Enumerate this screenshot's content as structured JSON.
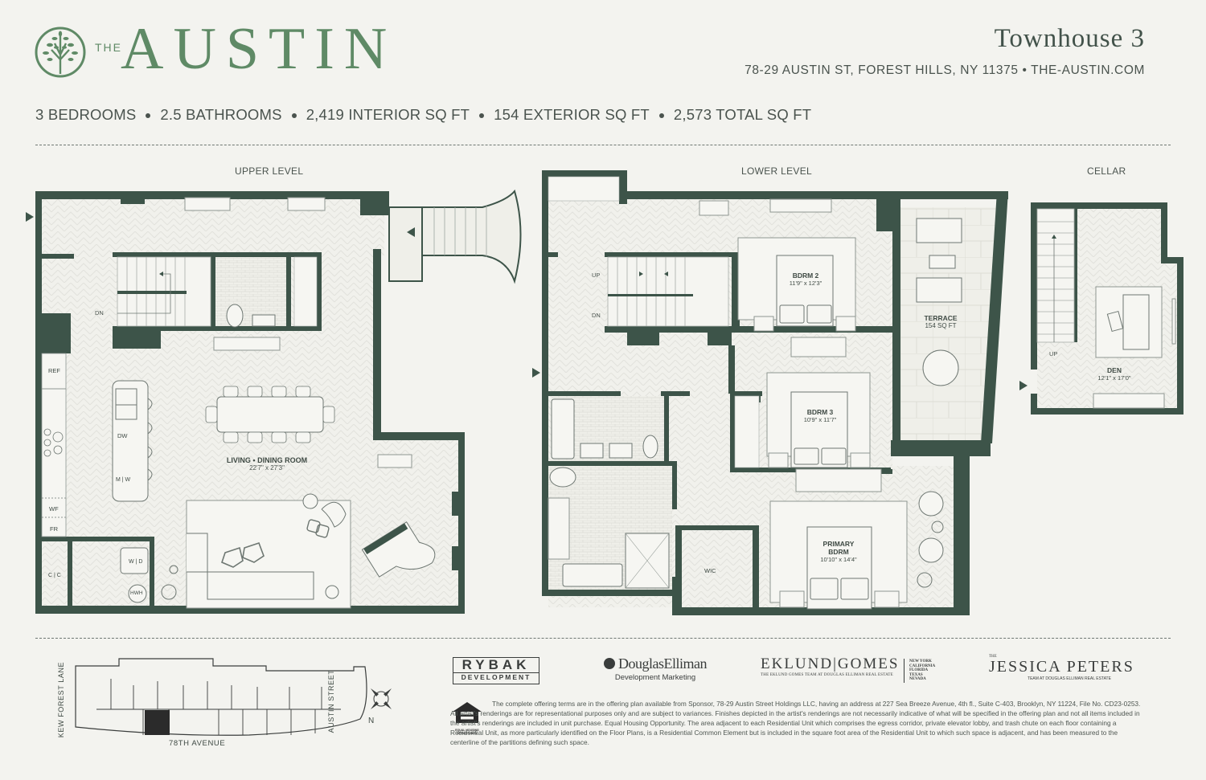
{
  "brand": {
    "prefix": "THE",
    "name": "AUSTIN",
    "emblem": "tree-emblem-icon"
  },
  "header": {
    "title": "Townhouse 3",
    "address": "78-29 AUSTIN ST, FOREST HILLS, NY 11375",
    "website": "THE-AUSTIN.COM"
  },
  "specs": [
    "3 BEDROOMS",
    "2.5 BATHROOMS",
    "2,419 INTERIOR SQ FT",
    "154 EXTERIOR SQ FT",
    "2,573 TOTAL SQ FT"
  ],
  "levels": {
    "upper": {
      "label": "UPPER LEVEL",
      "rooms": [
        {
          "name": "LIVING • DINING ROOM",
          "dims": "22'7\" x 27'3\""
        }
      ],
      "labels": {
        "stairs": "DN",
        "ref": "REF",
        "dw": "DW",
        "mw": "M | W",
        "wf": "WF",
        "fr": "FR",
        "cc": "C | C",
        "wd": "W | D",
        "hwh": "HWH"
      }
    },
    "lower": {
      "label": "LOWER LEVEL",
      "rooms": [
        {
          "name": "BDRM 2",
          "dims": "11'9\" x 12'3\""
        },
        {
          "name": "BDRM 3",
          "dims": "10'9\" x 11'7\""
        },
        {
          "name": "PRIMARY",
          "name2": "BDRM",
          "dims": "10'10\" x 14'4\""
        },
        {
          "name": "TERRACE",
          "dims": "154 SQ FT"
        }
      ],
      "labels": {
        "up": "UP",
        "dn": "DN",
        "wic": "WIC"
      }
    },
    "cellar": {
      "label": "CELLAR",
      "rooms": [
        {
          "name": "DEN",
          "dims": "12'1\" x 17'0\""
        }
      ],
      "labels": {
        "up": "UP"
      }
    }
  },
  "keyplan": {
    "street_left": "KEW FOREST LANE",
    "street_right": "AUSTIN STREET",
    "street_bottom": "78TH AVENUE",
    "compass": "N"
  },
  "partners": {
    "rybak": {
      "line1": "RYBAK",
      "line2": "DEVELOPMENT"
    },
    "douglas": {
      "line1": "DouglasElliman",
      "line2": "Development Marketing"
    },
    "eklund": {
      "line1": "EKLUND",
      "line1b": "GOMES",
      "line2": "THE EKLUND GOMES TEAM AT DOUGLAS ELLIMAN REAL ESTATE",
      "states": [
        "NEW YORK",
        "CALIFORNIA",
        "FLORIDA",
        "TEXAS",
        "NEVADA"
      ]
    },
    "peters": {
      "the": "THE",
      "line1": "JESSICA PETERS",
      "line2": "TEAM AT DOUGLAS ELLIMAN REAL ESTATE"
    }
  },
  "equal_housing": {
    "line1": "EQUAL HOUSING",
    "line2": "OPPORTUNITY"
  },
  "legal": "The complete offering terms are in the offering plan available from Sponsor, 78-29 Austin Street Holdings LLC, having an address at 227 Sea Breeze Avenue, 4th fl., Suite C-403, Brooklyn, NY 11224, File No. CD23-0253. All artist's renderings are for representational purposes only and are subject to variances. Finishes depicted in the artist's renderings are not necessarily indicative of what will be specified in the offering plan and not all items included in the artist's renderings are included in unit purchase. Equal Housing Opportunity. The area adjacent to each Residential Unit which comprises the egress corridor, private elevator lobby, and trash chute on each floor containing a Residential Unit, as more particularly identified on the Floor Plans, is a Residential Common Element but is included in the square foot area of the Residential Unit to which such space is adjacent, and has been measured to the centerline of the partitions defining such space.",
  "colors": {
    "brand_green": "#5f8a66",
    "wall": "#3d5449",
    "background": "#f3f3ef",
    "text": "#4a534e"
  }
}
